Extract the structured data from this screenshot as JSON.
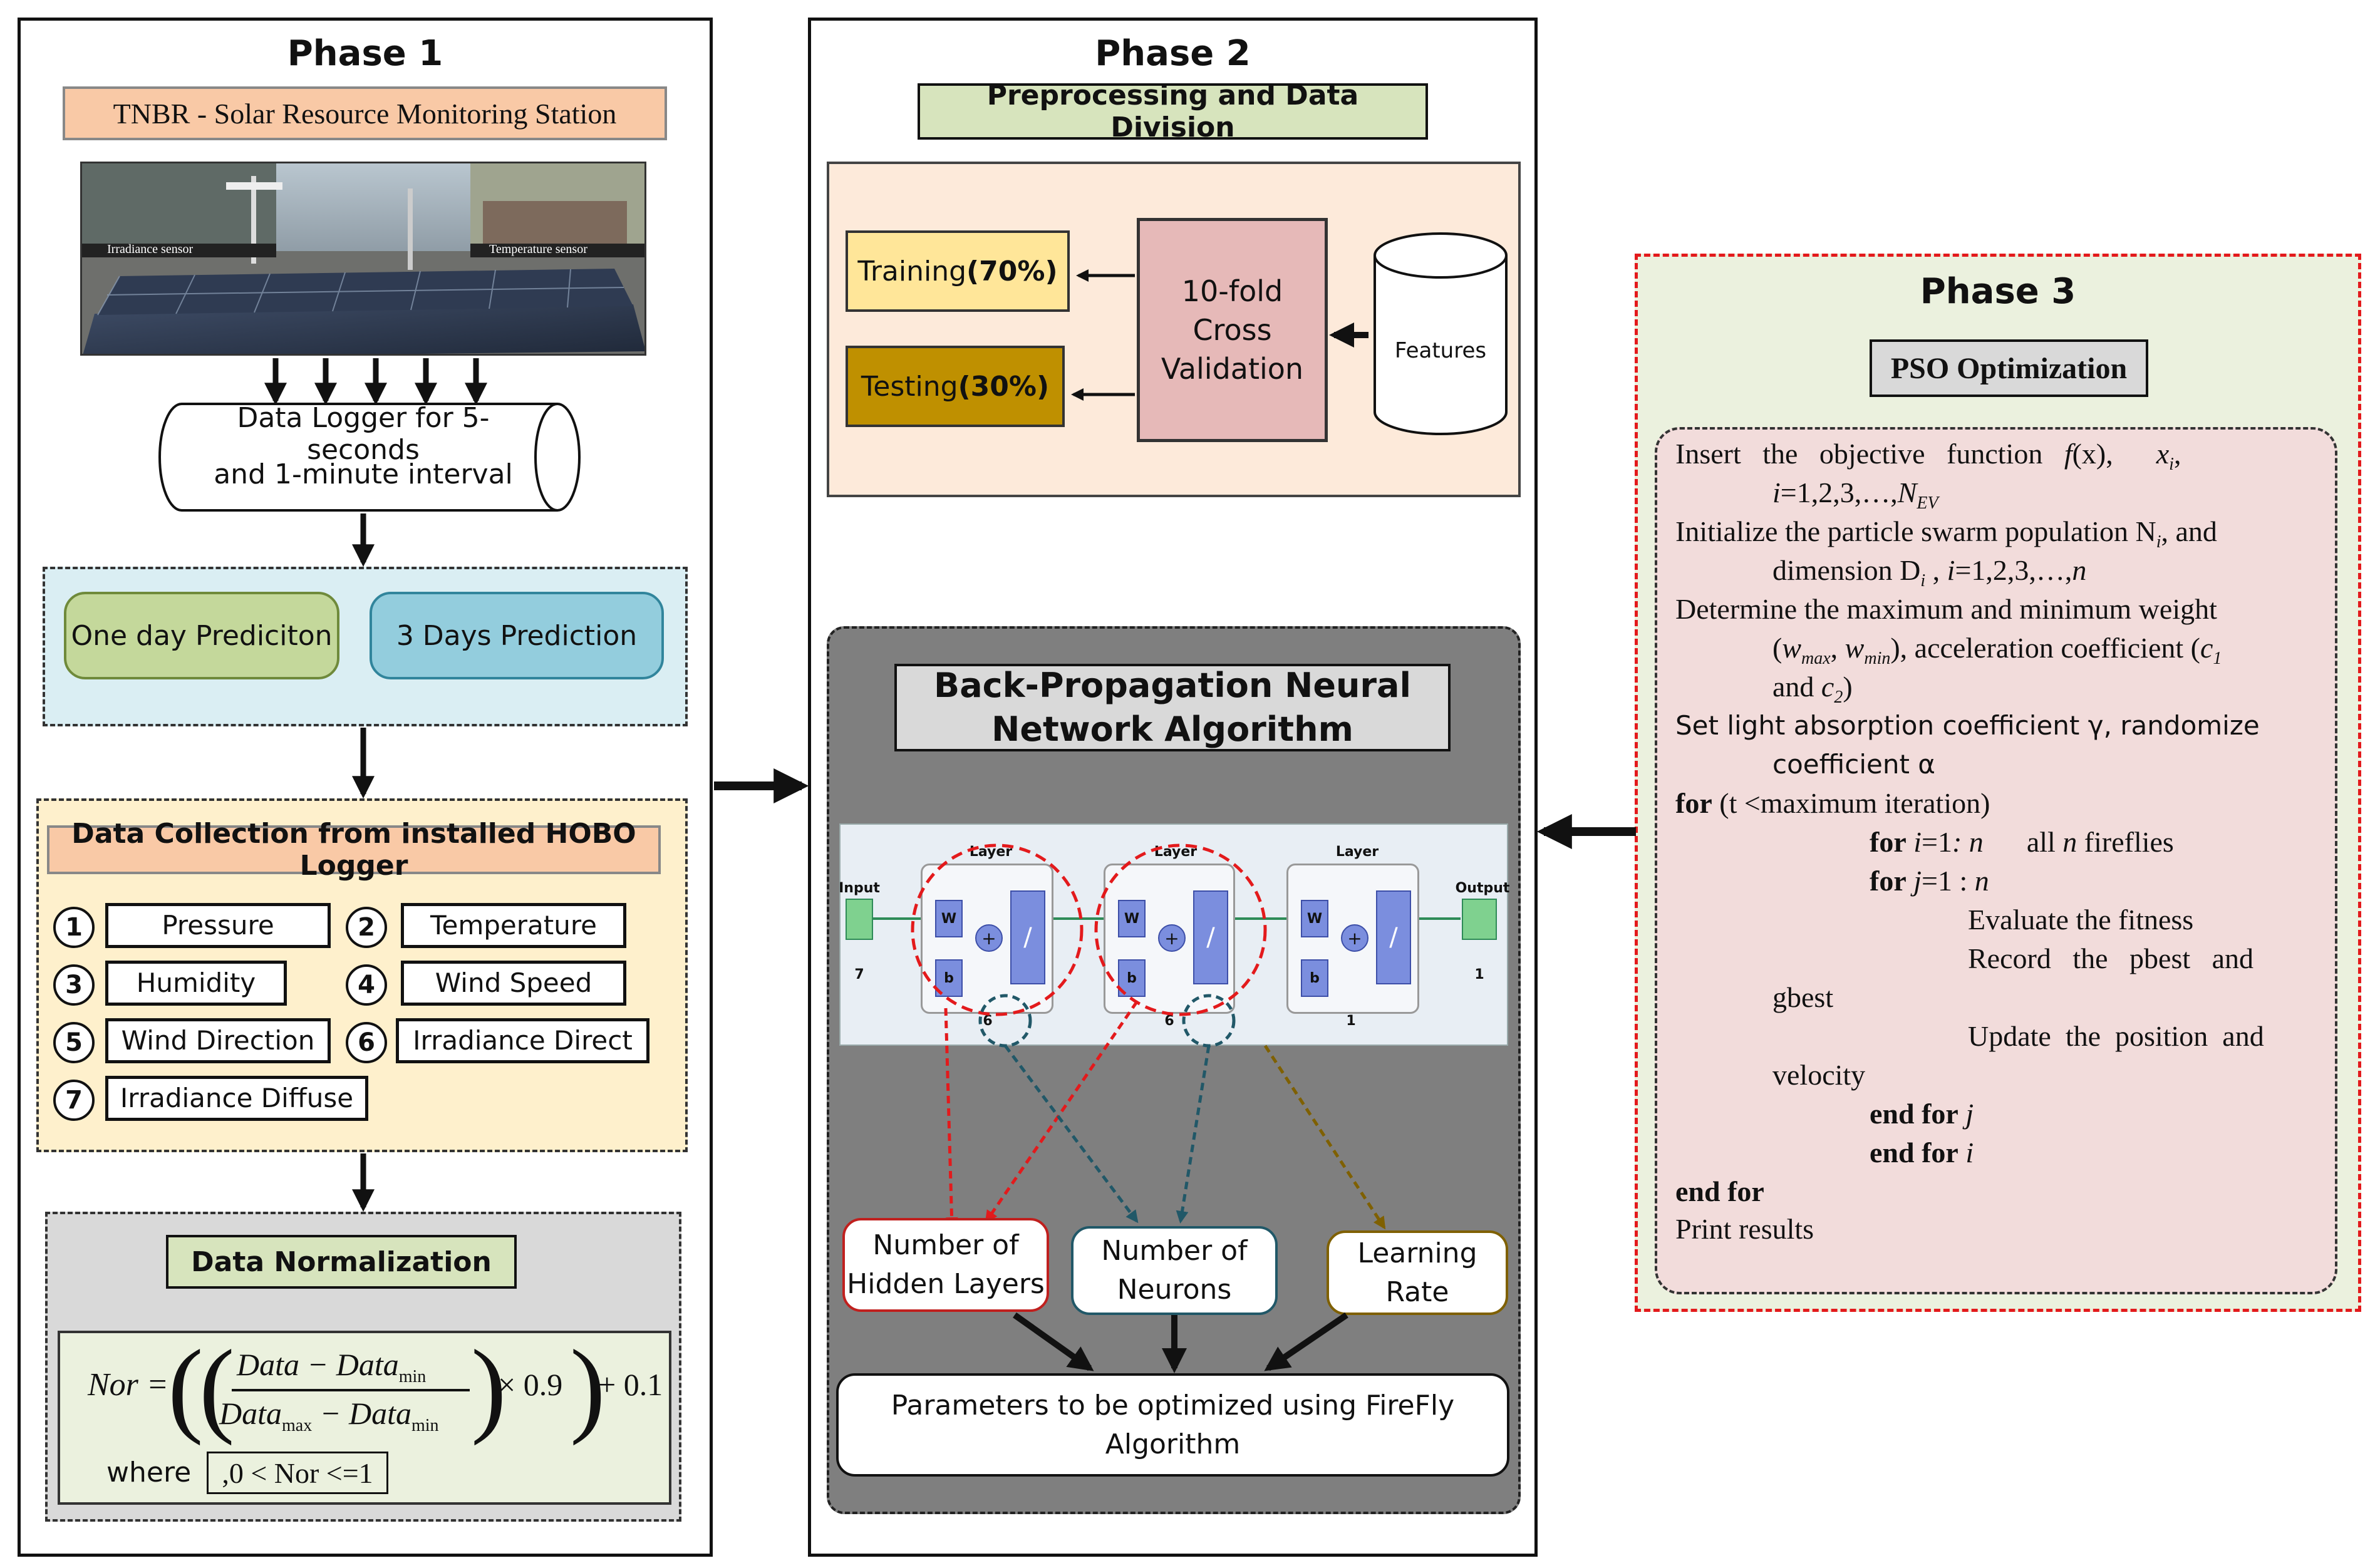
{
  "phase1": {
    "title": "Phase 1",
    "station_label": "TNBR - Solar Resource Monitoring Station",
    "photo_caption_left": "Irradiance sensor",
    "photo_caption_right": "Temperature sensor",
    "logger_line1": "Data Logger for 5-seconds",
    "logger_line2": "and 1-minute interval",
    "prediction_one": "One day Prediciton",
    "prediction_three": "3 Days Prediction",
    "collection_title": "Data Collection from installed HOBO Logger",
    "parameters": [
      {
        "num": "1",
        "label": "Pressure"
      },
      {
        "num": "2",
        "label": "Temperature"
      },
      {
        "num": "3",
        "label": "Humidity"
      },
      {
        "num": "4",
        "label": "Wind Speed"
      },
      {
        "num": "5",
        "label": "Wind Direction"
      },
      {
        "num": "6",
        "label": "Irradiance Direct"
      },
      {
        "num": "7",
        "label": "Irradiance Diffuse"
      }
    ],
    "normalization_title": "Data Normalization",
    "formula": {
      "lhs": "Nor",
      "num": "Data − Data",
      "num_sub": "min",
      "den1": "Data",
      "den1_sub": "max",
      "den2": " − Data",
      "den2_sub": "min",
      "factor": "× 0.9",
      "offset": "+ 0.1",
      "where": "where",
      "condition": ",0 < Nor <=1"
    }
  },
  "phase2": {
    "title": "Phase 2",
    "preprocessing_title": "Preprocessing and Data Division",
    "training_label": "Training ",
    "training_pct": "(70%)",
    "testing_label": "Testing ",
    "testing_pct": "(30%)",
    "cv_line1": "10-fold",
    "cv_line2": "Cross",
    "cv_line3": "Validation",
    "features_label": "Features",
    "bpnn_line1": "Back-Propagation Neural",
    "bpnn_line2": "Network Algorithm",
    "nn": {
      "input_label": "Input",
      "input_num": "7",
      "layer_label": "Layer",
      "output_label": "Output",
      "output_num": "1",
      "w": "W",
      "b": "b",
      "layer_sizes": [
        "6",
        "6",
        "1"
      ]
    },
    "hidden_layers_line1": "Number of",
    "hidden_layers_line2": "Hidden Layers",
    "neurons_line1": "Number of",
    "neurons_line2": "Neurons",
    "learning_line1": "Learning",
    "learning_line2": "Rate",
    "optimized_line1": "Parameters to be optimized using FireFly",
    "optimized_line2": "Algorithm"
  },
  "phase3": {
    "title": "Phase 3",
    "pso_title": "PSO Optimization"
  },
  "colors": {
    "station_bg": "#F9C9A6",
    "green_label": "#D7E4BD",
    "cyan_region": "#DAEEF3",
    "one_day": "#C4D89B",
    "three_days": "#93CDDD",
    "collection_bg": "#FEF0CC",
    "norm_region": "#D9D9D9",
    "formula_bg": "#EBF1DE",
    "pre_region": "#FDEADA",
    "training": "#FFE699",
    "testing": "#BF9000",
    "cv": "#E6B9B8",
    "bpnn_region": "#7F7F7F",
    "phase3_bg": "#EBF1DE",
    "pso_bg": "#F2DCDB",
    "red": "#E31A1C",
    "teal": "#215868",
    "olive": "#7F6000"
  }
}
